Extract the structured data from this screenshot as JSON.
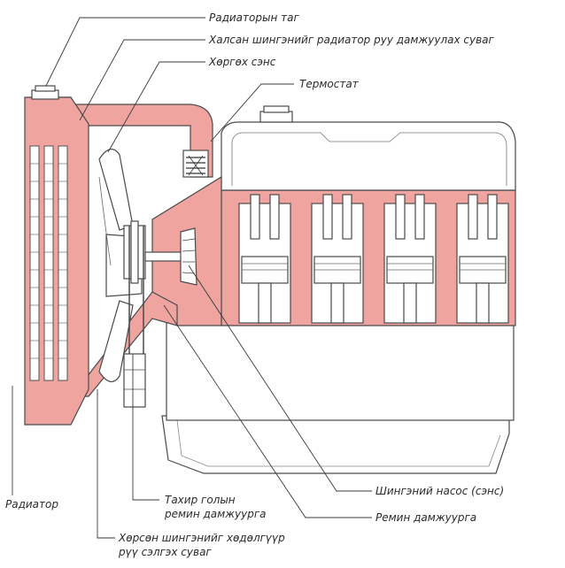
{
  "labels": {
    "radiator_cap": "Радиаторын таг",
    "hot_coolant_passage": "Халсан шингэнийг радиатор руу дамжуулах суваг",
    "cooling_fan": "Хөргөх сэнс",
    "thermostat": "Термостат",
    "radiator": "Радиатор",
    "crank_pulley_line1": "Тахир голын",
    "crank_pulley_line2": "ремин дамжуурга",
    "water_pump": "Шингэний насос (сэнс)",
    "belt_pulley": "Ремин дамжуурга",
    "cold_coolant_line1": "Хөрсөн шингэнийг хөдөлгүүр",
    "cold_coolant_line2": "рүү сэлгэх суваг"
  },
  "colors": {
    "coolant": "#efa4a0",
    "outline": "#4a4a4a",
    "engine_fill": "#ffffff"
  }
}
